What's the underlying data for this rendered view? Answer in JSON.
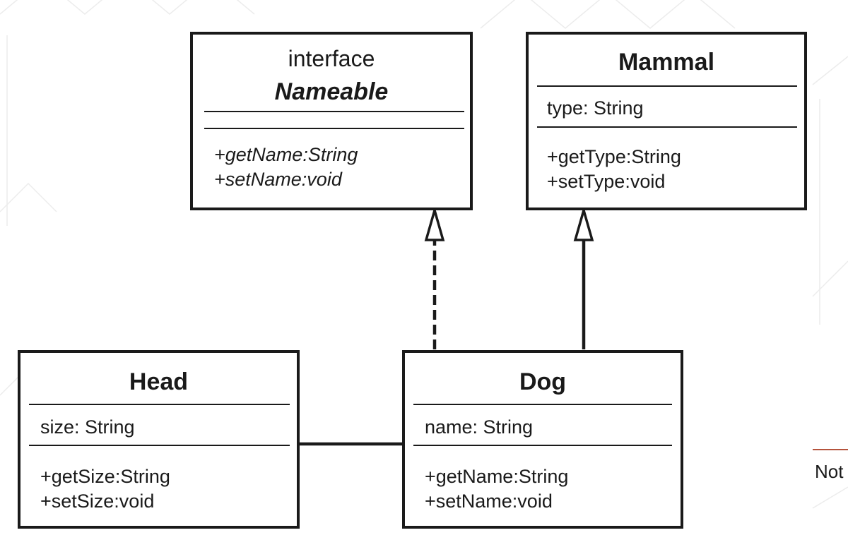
{
  "diagram": {
    "nameable": {
      "stereotype": "interface",
      "name": "Nameable",
      "methods": [
        "+getName:String",
        "+setName:void"
      ]
    },
    "mammal": {
      "name": "Mammal",
      "attributes": [
        "type: String"
      ],
      "methods": [
        "+getType:String",
        "+setType:void"
      ]
    },
    "head": {
      "name": "Head",
      "attributes": [
        "size: String"
      ],
      "methods": [
        "+getSize:String",
        "+setSize:void"
      ]
    },
    "dog": {
      "name": "Dog",
      "attributes": [
        "name: String"
      ],
      "methods": [
        "+getName:String",
        "+setName:void"
      ]
    },
    "relations": [
      {
        "from": "Dog",
        "to": "Nameable",
        "kind": "realization"
      },
      {
        "from": "Dog",
        "to": "Mammal",
        "kind": "generalization"
      },
      {
        "from": "Head",
        "to": "Dog",
        "kind": "association"
      }
    ]
  },
  "side_note": {
    "text": "Not"
  },
  "colors": {
    "ink": "#1a1a1a",
    "accent_rule": "#b5533c",
    "watermark": "#ececec"
  }
}
